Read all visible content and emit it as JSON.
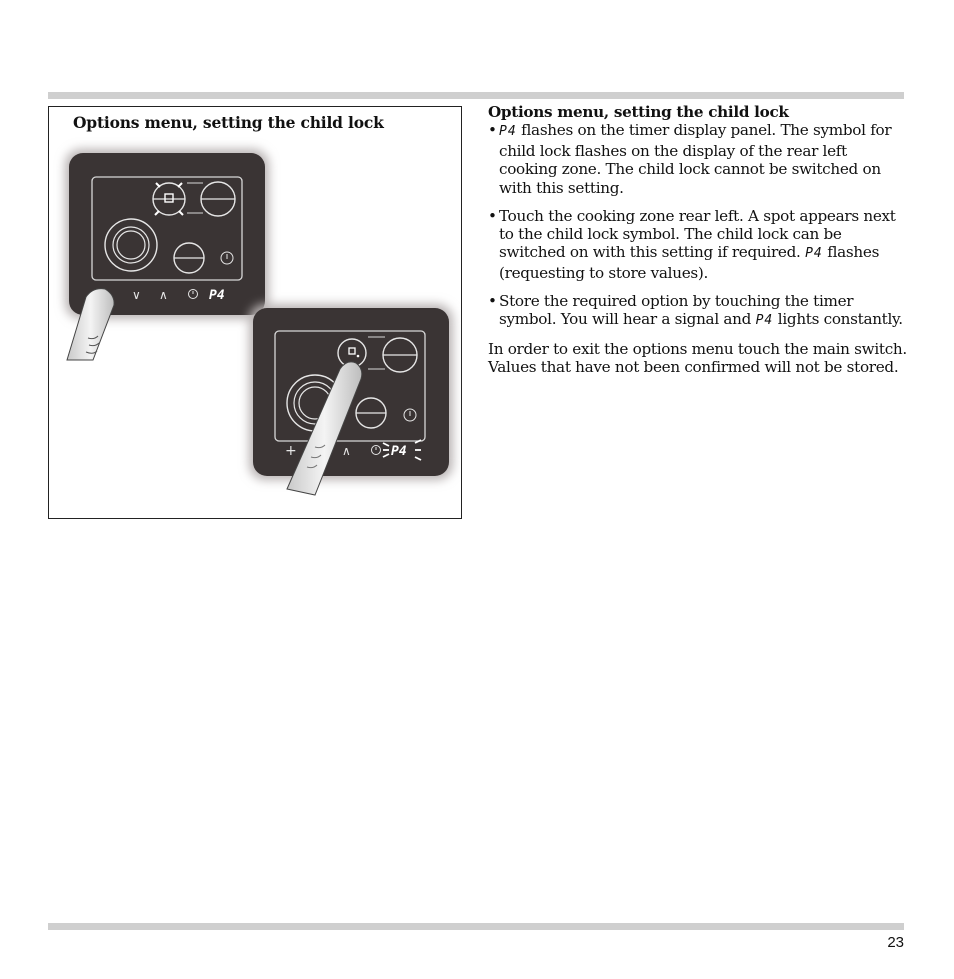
{
  "figure": {
    "title": "Options menu, setting the child lock",
    "panel1": {
      "display_text": "P4"
    },
    "panel2": {
      "display_text": "P4"
    }
  },
  "text": {
    "heading": "Options menu, setting the child lock",
    "bullet1": {
      "p4": "P4",
      "text": " flashes on the timer display panel. The symbol for child lock flashes on the display of the rear left cooking zone. The child lock cannot be switched on with this setting."
    },
    "bullet2": {
      "text_before": "Touch the cooking zone rear left. A spot appears next to the child lock symbol. The child lock can be switched on with this setting if required. ",
      "p4": "P4",
      "text_after": " flashes (requesting to store values)."
    },
    "bullet3": {
      "text_before": "Store the required option by touching the timer symbol. You will hear a signal and ",
      "p4": "P4",
      "text_after": " lights constantly."
    },
    "closing": "In order to exit the options menu touch the main switch. Values that have not been confirmed will not be stored."
  },
  "page_number": "23",
  "colors": {
    "rule": "#cfcfcf",
    "panel": "#3a3434",
    "panel_glow": "#b9b4b4"
  }
}
